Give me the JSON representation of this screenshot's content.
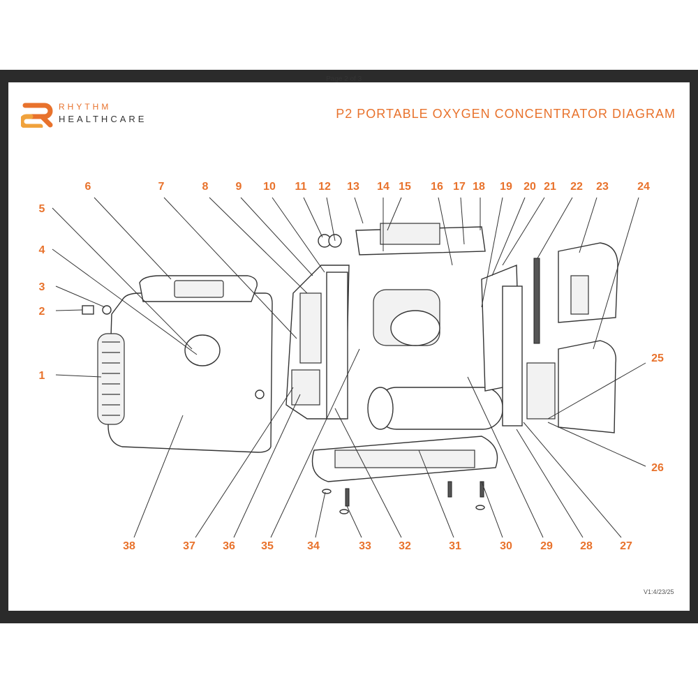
{
  "watermark": "Page 2 of 3",
  "logo": {
    "line1": "RHYTHM",
    "line2": "HEALTHCARE"
  },
  "title": "P2 PORTABLE OXYGEN CONCENTRATOR DIAGRAM",
  "version": "V1:4/23/25",
  "part_labels": [
    "1",
    "2",
    "3",
    "4",
    "5",
    "6",
    "7",
    "8",
    "9",
    "10",
    "11",
    "12",
    "13",
    "14",
    "15",
    "16",
    "17",
    "18",
    "19",
    "20",
    "21",
    "22",
    "23",
    "24",
    "25",
    "26",
    "27",
    "28",
    "29",
    "30",
    "31",
    "32",
    "33",
    "34",
    "35",
    "36",
    "37",
    "38"
  ],
  "colors": {
    "accent": "#e8722c",
    "frame": "#2b2b2b"
  }
}
